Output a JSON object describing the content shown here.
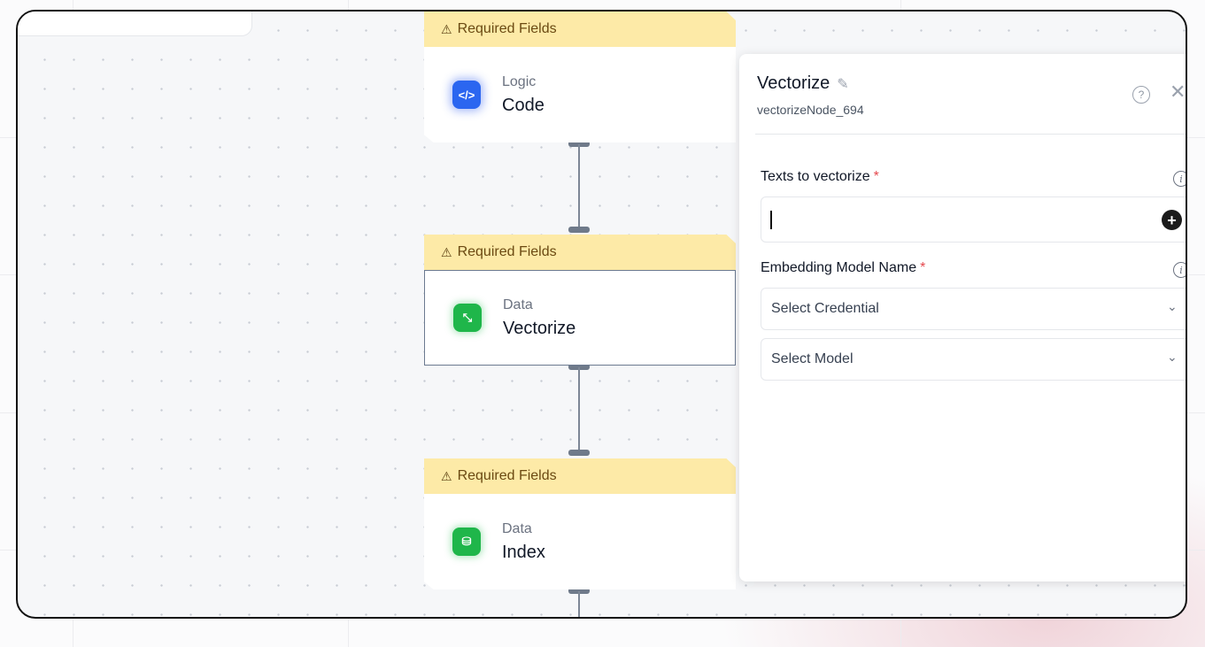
{
  "canvas": {
    "nodes": [
      {
        "warning": "Required Fields",
        "category": "Logic",
        "title": "Code",
        "icon": "code-icon",
        "icon_glyph": "</>"
      },
      {
        "warning": "Required Fields",
        "category": "Data",
        "title": "Vectorize",
        "icon": "vectorize-icon",
        "icon_glyph": "⤡"
      },
      {
        "warning": "Required Fields",
        "category": "Data",
        "title": "Index",
        "icon": "database-icon",
        "icon_glyph": "⛁"
      }
    ],
    "warning_glyph": "⚠"
  },
  "panel": {
    "title": "Vectorize",
    "node_id": "vectorizeNode_694",
    "help_glyph": "?",
    "close_glyph": "✕",
    "pencil_glyph": "✎",
    "fields": {
      "texts_label": "Texts to vectorize",
      "texts_value": "",
      "embedding_label": "Embedding Model Name",
      "credential_select": "Select Credential",
      "model_select": "Select Model"
    },
    "required_glyph": "*",
    "info_glyph": "i",
    "add_glyph": "+",
    "chevron_glyph": "⌄"
  },
  "colors": {
    "warning_bg": "#fdeaa7",
    "code_icon": "#2b66f0",
    "data_icon": "#1fb64a",
    "required": "#e5484d"
  }
}
